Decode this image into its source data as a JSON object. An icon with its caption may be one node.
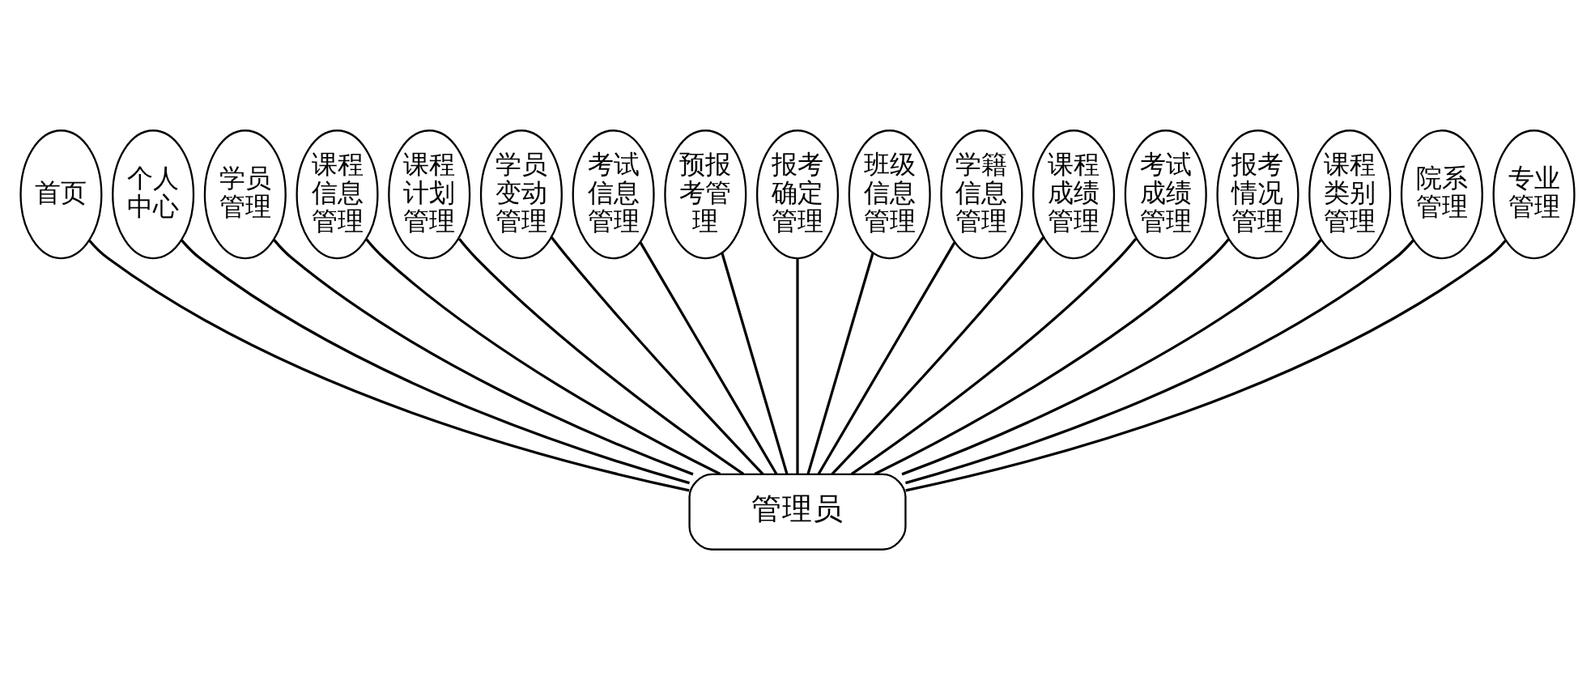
{
  "diagram": {
    "nodes": [
      {
        "text": [
          "首页"
        ]
      },
      {
        "text": [
          "个人中心"
        ]
      },
      {
        "text": [
          "学员管理"
        ]
      },
      {
        "text": [
          "课程信息管理"
        ]
      },
      {
        "text": [
          "课程计划管理"
        ]
      },
      {
        "text": [
          "学员变动管理"
        ]
      },
      {
        "text": [
          "考试信息管理"
        ]
      },
      {
        "text": [
          "预报考管理"
        ]
      },
      {
        "text": [
          "报考确定管理"
        ]
      },
      {
        "text": [
          "班级信息管理"
        ]
      },
      {
        "text": [
          "学籍信息管理"
        ]
      },
      {
        "text": [
          "课程成绩管理"
        ]
      },
      {
        "text": [
          "考试成绩管理"
        ]
      },
      {
        "text": [
          "报考情况管理"
        ]
      },
      {
        "text": [
          "课程类别管理"
        ]
      },
      {
        "text": [
          "院系管理"
        ]
      },
      {
        "text": [
          "专业管理"
        ]
      },
      {
        "text": [
          "管理员"
        ]
      }
    ],
    "edges": [
      {
        "from": 17,
        "to": 0,
        "arrow": "none"
      },
      {
        "from": 17,
        "to": 1,
        "arrow": "none"
      },
      {
        "from": 17,
        "to": 2,
        "arrow": "none"
      },
      {
        "from": 17,
        "to": 3,
        "arrow": "none"
      },
      {
        "from": 17,
        "to": 4,
        "arrow": "none"
      },
      {
        "from": 17,
        "to": 5,
        "arrow": "none"
      },
      {
        "from": 17,
        "to": 6,
        "arrow": "none"
      },
      {
        "from": 17,
        "to": 7,
        "arrow": "none"
      },
      {
        "from": 17,
        "to": 8,
        "arrow": "none"
      },
      {
        "from": 17,
        "to": 9,
        "arrow": "none"
      },
      {
        "from": 17,
        "to": 10,
        "arrow": "none"
      },
      {
        "from": 17,
        "to": 11,
        "arrow": "none"
      },
      {
        "from": 17,
        "to": 12,
        "arrow": "none"
      },
      {
        "from": 17,
        "to": 13,
        "arrow": "none"
      },
      {
        "from": 17,
        "to": 14,
        "arrow": "none"
      },
      {
        "from": 17,
        "to": 15,
        "arrow": "none"
      },
      {
        "from": 17,
        "to": 16,
        "arrow": "none"
      }
    ]
  }
}
